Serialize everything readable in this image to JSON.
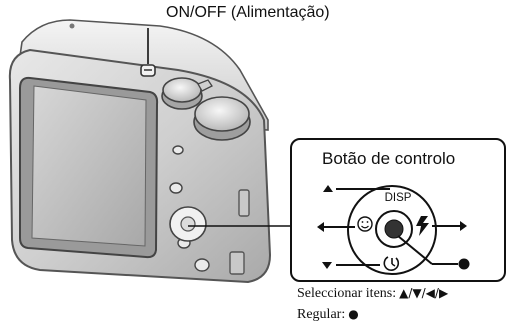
{
  "callouts": {
    "on_off": "ON/OFF (Alimentação)",
    "control_button_title": "Botão de controlo",
    "disp": "DISP"
  },
  "captions": {
    "select_label": "Seleccionar itens:",
    "select_glyphs": "▲/▼/◀/▶",
    "set_label": "Regular:",
    "set_glyph": "●"
  },
  "icons": {
    "top_button": "triangle-up-icon",
    "bottom_button": "triangle-down-icon",
    "left_button": "smile-face-icon",
    "right_button": "flash-bolt-icon",
    "down_button": "self-timer-icon",
    "center_button": "center-set-button"
  }
}
